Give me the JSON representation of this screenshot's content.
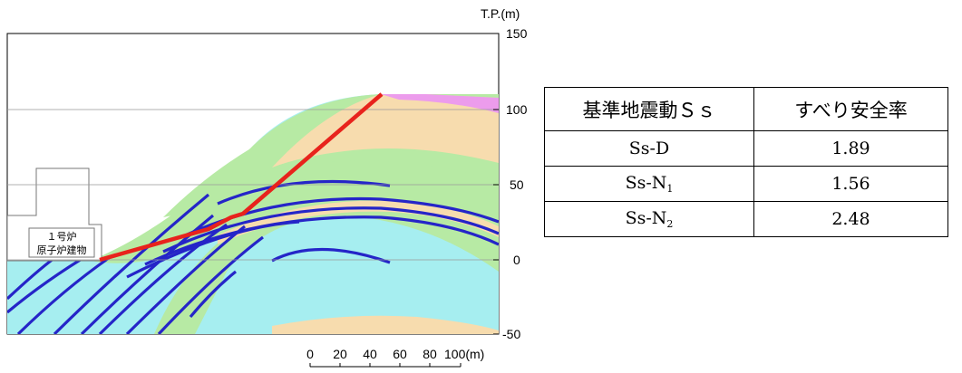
{
  "figure": {
    "y_unit_label": "T.P.(m)",
    "y_ticks": [
      {
        "label": "150",
        "value": 150
      },
      {
        "label": "100",
        "value": 100
      },
      {
        "label": "50",
        "value": 50
      },
      {
        "label": "0",
        "value": 0
      },
      {
        "label": "-50",
        "value": -50
      }
    ],
    "building_label_line1": "１号炉",
    "building_label_line2": "原子炉建物",
    "scale_bar_labels": [
      "0",
      "20",
      "40",
      "60",
      "80",
      "100(m)"
    ]
  },
  "table": {
    "headers": [
      "基準地震動Ｓｓ",
      "すべり安全率"
    ],
    "rows": [
      {
        "name_main": "Ss-D",
        "name_sub": "",
        "value": "1.89"
      },
      {
        "name_main": "Ss-N",
        "name_sub": "1",
        "value": "1.56"
      },
      {
        "name_main": "Ss-N",
        "name_sub": "2",
        "value": "2.48"
      }
    ]
  },
  "colors": {
    "sliding_line": "#e8231c",
    "weak_layers": "#2525c8",
    "bedrock": "#a6eef0",
    "green_layer": "#b7eaa4",
    "tan_layer": "#f7dcae",
    "pink_layer": "#ec9cec"
  }
}
